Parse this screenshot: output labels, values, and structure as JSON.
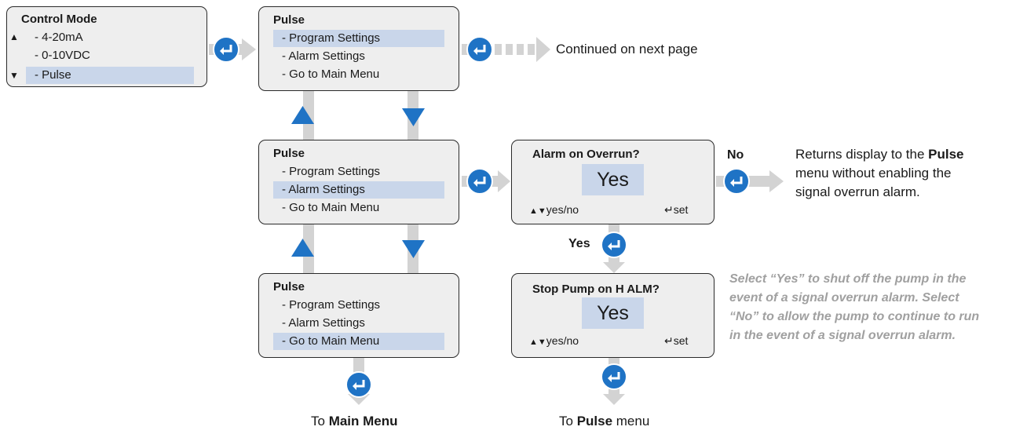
{
  "control_mode": {
    "title": "Control Mode",
    "items": [
      "- 4-20mA",
      "- 0-10VDC",
      "- Pulse"
    ],
    "selected": 2,
    "scroll_up_icon": "triangle-up-icon",
    "scroll_down_icon": "triangle-down-icon"
  },
  "pulse_screens": [
    {
      "title": "Pulse",
      "items": [
        "- Program Settings",
        "- Alarm Settings",
        "- Go to Main Menu"
      ],
      "selected": 0
    },
    {
      "title": "Pulse",
      "items": [
        "- Program Settings",
        "- Alarm Settings",
        "- Go to Main Menu"
      ],
      "selected": 1
    },
    {
      "title": "Pulse",
      "items": [
        "- Program Settings",
        "- Alarm Settings",
        "- Go to Main Menu"
      ],
      "selected": 2
    }
  ],
  "alarm_overrun": {
    "title": "Alarm on Overrun?",
    "value": "Yes",
    "left_hint": "yes/no",
    "right_hint": "set"
  },
  "stop_pump": {
    "title": "Stop Pump on H ALM?",
    "value": "Yes",
    "left_hint": "yes/no",
    "right_hint": "set"
  },
  "labels": {
    "continued": "Continued on next page",
    "no": "No",
    "yes": "Yes",
    "returns_1": "Returns display to the ",
    "returns_bold": "Pulse",
    "returns_2": "menu without enabling the",
    "returns_3": "signal overrun alarm.",
    "note_1": "Select “Yes” to shut off the pump in the",
    "note_2": "event of a signal overrun alarm. Select",
    "note_3": "“No” to allow the pump to continue to run",
    "note_4": "in the event of a signal overrun alarm.",
    "to_main_pre": "To ",
    "to_main_bold": "Main Menu",
    "to_pulse_pre": "To ",
    "to_pulse_bold": "Pulse",
    "to_pulse_post": " menu"
  },
  "colors": {
    "accent": "#1f73c5",
    "highlight": "#c9d6ea",
    "arrow": "#d0d0d0",
    "screen_bg": "#eeeeee"
  },
  "icons": {
    "enter": "enter-key-icon",
    "nav": "up-down-arrows-icon"
  }
}
